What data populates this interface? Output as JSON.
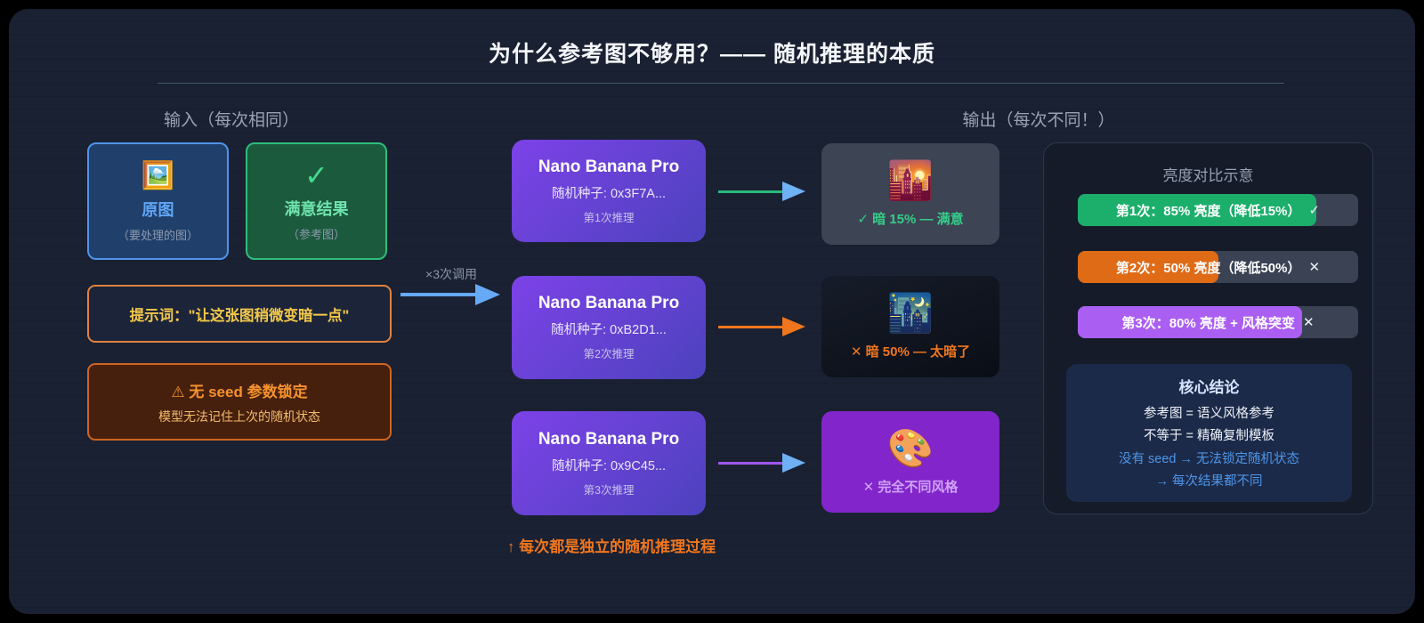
{
  "page": {
    "title": "为什么参考图不够用？—— 随机推理的本质"
  },
  "colors": {
    "success_green": "#2ebd7b",
    "warning_orange": "#f0761e",
    "accent_purple": "#a855f7",
    "accent_blue": "#66aaf7",
    "prompt_gold": "#f3c84a"
  },
  "input_section": {
    "header": "输入（每次相同）",
    "original_card": {
      "emoji": "🖼️",
      "label": "原图",
      "sublabel": "（要处理的图）"
    },
    "reference_card": {
      "check": "✓",
      "label": "满意结果",
      "sublabel": "（参考图）"
    },
    "prompt_box": {
      "text": "提示词：\"让这张图稍微变暗一点\""
    },
    "warning_box": {
      "title": "⚠ 无 seed 参数锁定",
      "subtitle": "模型无法记住上次的随机状态"
    }
  },
  "call_arrow": {
    "label": "×3次调用"
  },
  "model_cards": [
    {
      "title": "Nano Banana Pro",
      "seed": "随机种子: 0x3F7A...",
      "run": "第1次推理"
    },
    {
      "title": "Nano Banana Pro",
      "seed": "随机种子: 0xB2D1...",
      "run": "第2次推理"
    },
    {
      "title": "Nano Banana Pro",
      "seed": "随机种子: 0x9C45...",
      "run": "第3次推理"
    }
  ],
  "output_section": {
    "header": "输出（每次不同！）",
    "cards": [
      {
        "emoji": "🌇",
        "caption": "✓ 暗 15% — 满意"
      },
      {
        "emoji": "🌃",
        "caption": "✕ 暗 50% — 太暗了"
      },
      {
        "emoji": "🎨",
        "caption": "✕ 完全不同风格"
      }
    ]
  },
  "footnote": "↑ 每次都是独立的随机推理过程",
  "panel": {
    "header": "亮度对比示意",
    "bars": [
      {
        "label": "第1次：85% 亮度（降低15%）",
        "mark": "✓",
        "fill_percent": 85,
        "fill_color": "#1caf6c",
        "fill_style": "width:85%;background:#1caf6c"
      },
      {
        "label": "第2次：50% 亮度（降低50%）",
        "mark": "✕",
        "fill_percent": 50,
        "fill_color": "#e06b16",
        "fill_style": "width:50%;background:#e06b16"
      },
      {
        "label": "第3次：80% 亮度 + 风格突变",
        "mark": "✕",
        "fill_percent": 80,
        "fill_color": "#ab5ef2",
        "fill_style": "width:80%;background:#ab5ef2"
      }
    ],
    "conclusion": {
      "title": "核心结论",
      "line1": "参考图 = 语义风格参考",
      "line2": "不等于 = 精确复制模板",
      "line3": "没有 seed → 无法锁定随机状态",
      "line4": "→ 每次结果都不同"
    }
  }
}
